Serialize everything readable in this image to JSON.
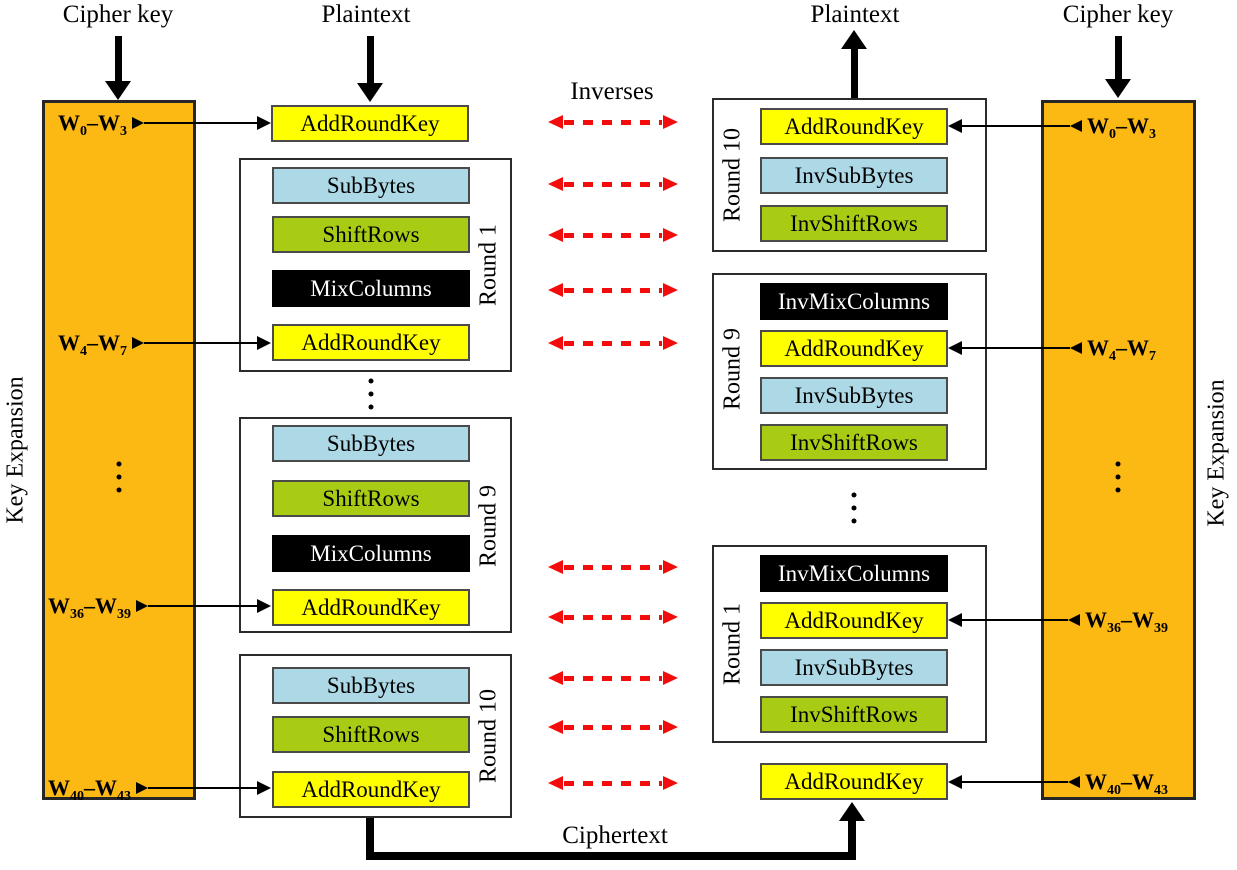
{
  "colors": {
    "orange": "#FCB813",
    "yellow": "#FFFF00",
    "blue": "#ADD8E6",
    "green": "#A8CC14",
    "blackbox": "#000000",
    "red": "#F20D0D"
  },
  "top_labels": {
    "cipher_key_left": "Cipher key",
    "plaintext_left": "Plaintext",
    "plaintext_right": "Plaintext",
    "cipher_key_right": "Cipher key"
  },
  "middle": {
    "inverses": "Inverses",
    "ciphertext": "Ciphertext"
  },
  "key_expansion": {
    "left": "Key Expansion",
    "right": "Key Expansion"
  },
  "left_bar_keys": [
    {
      "b1": "W",
      "s1": "0",
      "sep": "–",
      "b2": "W",
      "s2": "3"
    },
    {
      "b1": "W",
      "s1": "4",
      "sep": "–",
      "b2": "W",
      "s2": "7"
    },
    {
      "b1": "W",
      "s1": "36",
      "sep": "–",
      "b2": "W",
      "s2": "39"
    },
    {
      "b1": "W",
      "s1": "40",
      "sep": "–",
      "b2": "W",
      "s2": "43"
    }
  ],
  "right_bar_keys": [
    {
      "b1": "W",
      "s1": "0",
      "sep": "–",
      "b2": "W",
      "s2": "3"
    },
    {
      "b1": "W",
      "s1": "4",
      "sep": "–",
      "b2": "W",
      "s2": "7"
    },
    {
      "b1": "W",
      "s1": "36",
      "sep": "–",
      "b2": "W",
      "s2": "39"
    },
    {
      "b1": "W",
      "s1": "40",
      "sep": "–",
      "b2": "W",
      "s2": "43"
    }
  ],
  "encryption": {
    "initial_addroundkey": "AddRoundKey",
    "rounds": [
      {
        "name": "Round 1",
        "steps": [
          "SubBytes",
          "ShiftRows",
          "MixColumns",
          "AddRoundKey"
        ]
      },
      {
        "name": "Round 9",
        "steps": [
          "SubBytes",
          "ShiftRows",
          "MixColumns",
          "AddRoundKey"
        ]
      },
      {
        "name": "Round 10",
        "steps": [
          "SubBytes",
          "ShiftRows",
          "AddRoundKey"
        ]
      }
    ]
  },
  "decryption": {
    "rounds": [
      {
        "name": "Round 10",
        "steps": [
          "AddRoundKey",
          "InvSubBytes",
          "InvShiftRows"
        ]
      },
      {
        "name": "Round 9",
        "steps": [
          "InvMixColumns",
          "AddRoundKey",
          "InvSubBytes",
          "InvShiftRows"
        ]
      },
      {
        "name": "Round 1",
        "steps": [
          "InvMixColumns",
          "AddRoundKey",
          "InvSubBytes",
          "InvShiftRows"
        ]
      }
    ],
    "final_addroundkey": "AddRoundKey"
  }
}
